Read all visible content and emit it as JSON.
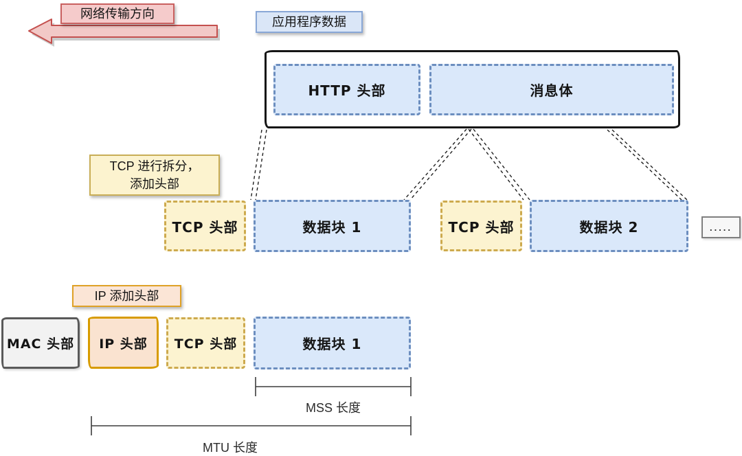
{
  "flow": {
    "label": "网络传输方向"
  },
  "app": {
    "tag": "应用程序数据",
    "http_header": "HTTP 头部",
    "body": "消息体"
  },
  "tcp": {
    "tag_line1": "TCP 进行拆分，",
    "tag_line2": "添加头部",
    "segments": [
      {
        "header": "TCP 头部",
        "data": "数据块 1"
      },
      {
        "header": "TCP 头部",
        "data": "数据块 2"
      }
    ],
    "more": "....."
  },
  "ip": {
    "tag": "IP 添加头部",
    "mac_header": "MAC 头部",
    "ip_header": "IP 头部",
    "tcp_header": "TCP 头部",
    "data_block": "数据块 1"
  },
  "measure": {
    "mss": "MSS 长度",
    "mtu": "MTU 长度"
  },
  "colors": {
    "blue_fill": "#dae8fa",
    "blue_border": "#6c8ebf",
    "yellow_fill": "#fcf3d0",
    "yellow_border": "#cdaa4e",
    "orange_fill": "#fae3d0",
    "orange_border": "#d79b00",
    "gray_fill": "#f2f2f2",
    "gray_border": "#595959",
    "pink_fill": "#f2c9c7",
    "pink_border": "#c4504e",
    "label_pink_fill": "#f5cbcb",
    "label_pink_border": "#c9605f",
    "label_blue_fill": "#dae6f7",
    "label_blue_border": "#89a7d6",
    "label_yellow_fill": "#fcf3cf",
    "label_yellow_border": "#c9ae56",
    "label_peach_fill": "#fbe5d6",
    "label_peach_border": "#dfa126"
  }
}
